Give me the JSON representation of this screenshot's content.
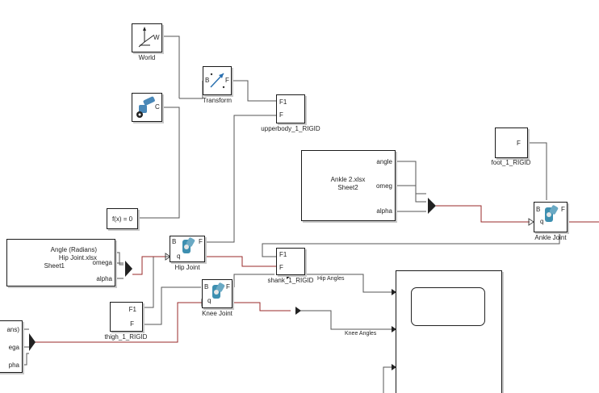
{
  "blocks": {
    "world": {
      "label": "World",
      "port_w": "W"
    },
    "solver": {
      "port_c": "C"
    },
    "transform": {
      "label": "Transform",
      "port_b": "B",
      "port_f": "F"
    },
    "upperbody": {
      "label": "upperbody_1_RIGID",
      "port_f1": "F1",
      "port_f": "F"
    },
    "fx": {
      "text": "f(x) = 0"
    },
    "ankle_xlsx": {
      "line1": "Ankle 2.xlsx",
      "line2": "Sheet2",
      "out_angle": "angle",
      "out_omega": "omeg",
      "out_alpha": "alpha"
    },
    "foot": {
      "label": "foot_1_RIGID",
      "port_f": "F"
    },
    "ankle_joint": {
      "label": "Ankle Joint",
      "port_b": "B",
      "port_f": "F",
      "port_q": "q"
    },
    "hip_xlsx": {
      "line1": "Angle (Radians)",
      "line2": "Hip Joint.xlsx",
      "line3": "Sheet1",
      "out_omega": "omega",
      "out_alpha": "alpha"
    },
    "hip_joint": {
      "label": "Hip Joint",
      "port_b": "B",
      "port_f": "F",
      "port_q": "q"
    },
    "shank": {
      "label": "shank_1_RIGID",
      "port_f1": "F1",
      "port_f": "F"
    },
    "knee_joint": {
      "label": "Knee Joint",
      "port_b": "B",
      "port_f": "F",
      "port_q": "q"
    },
    "thigh": {
      "label": "thigh_1_RIGID",
      "port_f1": "F1",
      "port_f": "F"
    },
    "knee_xlsx": {
      "out_angle": "ans)",
      "out_omega": "ega",
      "out_alpha": "pha"
    }
  },
  "signals": {
    "hip_angles": "Hip Angles",
    "knee_angles": "Knee Angles"
  },
  "colors": {
    "wire": "#444444",
    "physical_wire": "#8a2020",
    "block_border": "#1a1a1a",
    "joint_icon": "#3d8fb0"
  }
}
